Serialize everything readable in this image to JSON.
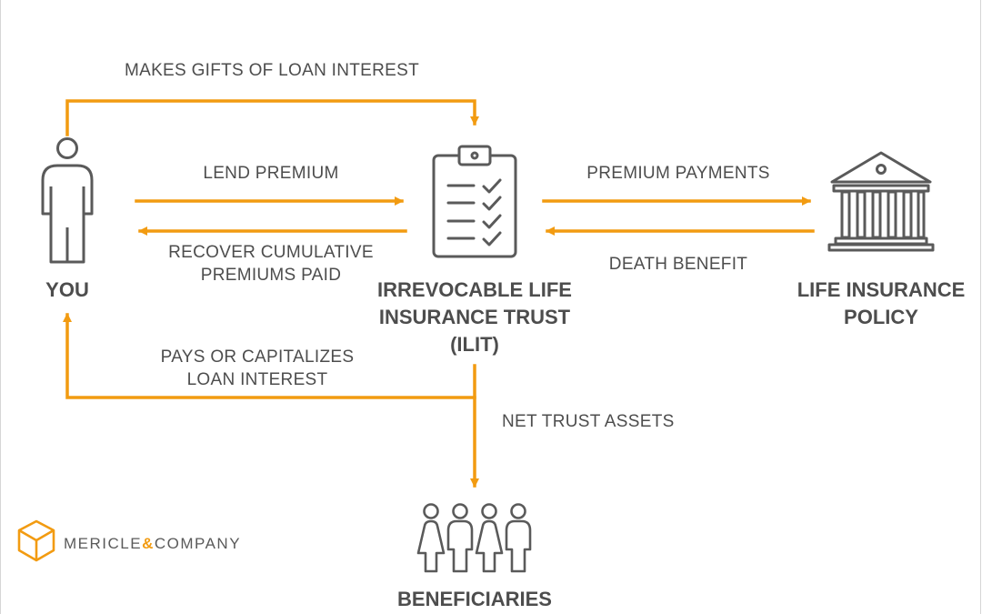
{
  "colors": {
    "accent": "#f29b11",
    "icon": "#5a5a5a",
    "text": "#4d4d4d"
  },
  "nodes": {
    "you": "YOU",
    "ilit": [
      "IRREVOCABLE LIFE",
      "INSURANCE TRUST",
      "(ILIT)"
    ],
    "policy": [
      "LIFE INSURANCE",
      "POLICY"
    ],
    "beneficiaries": "BENEFICIARIES"
  },
  "flows": {
    "gifts": "MAKES GIFTS OF LOAN INTEREST",
    "lend": "LEND PREMIUM",
    "recover": [
      "RECOVER CUMULATIVE",
      "PREMIUMS PAID"
    ],
    "premium_payments": "PREMIUM PAYMENTS",
    "death_benefit": "DEATH BENEFIT",
    "pays_interest": [
      "PAYS OR CAPITALIZES",
      "LOAN INTEREST"
    ],
    "net_assets": "NET TRUST ASSETS"
  },
  "logo": {
    "name_left": "MERICLE",
    "amp": "&",
    "name_right": "COMPANY"
  },
  "icons": {
    "you": "person-icon",
    "ilit": "clipboard-checklist-icon",
    "policy": "bank-building-icon",
    "beneficiaries": "group-of-people-icon",
    "logo": "cube-logo-icon"
  }
}
